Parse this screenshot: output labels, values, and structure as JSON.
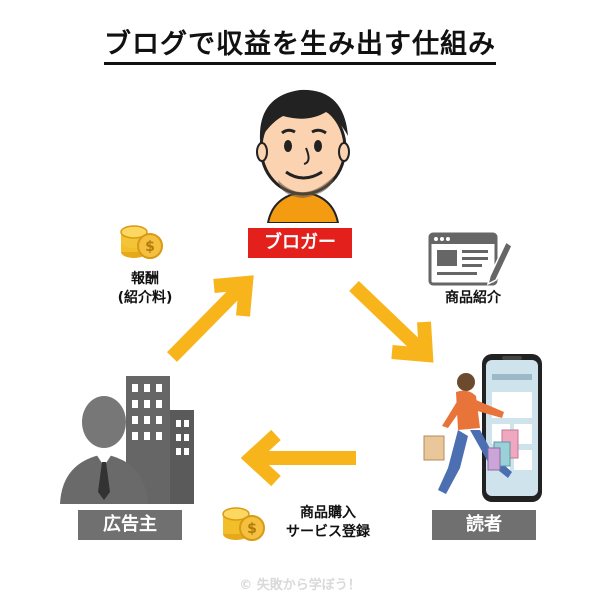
{
  "title": "ブログで収益を生み出す仕組み",
  "nodes": {
    "blogger": "ブロガー",
    "reader": "読者",
    "advertiser": "広告主"
  },
  "flows": {
    "reward_line1": "報酬",
    "reward_line2": "(紹介料)",
    "product_intro": "商品紹介",
    "purchase_line1": "商品購入",
    "purchase_line2": "サービス登録"
  },
  "copyright": "© 失敗から学ぼう！",
  "colors": {
    "arrow": "#f7b51b",
    "blogger_label": "#e4201c",
    "gray_label": "#707070",
    "shirt": "#f39c12"
  },
  "icons": [
    "blogger-avatar",
    "article-pen-icon",
    "coin-stack-icon",
    "smartphone-icon",
    "shopper-icon",
    "businessman-icon",
    "building-icon"
  ]
}
